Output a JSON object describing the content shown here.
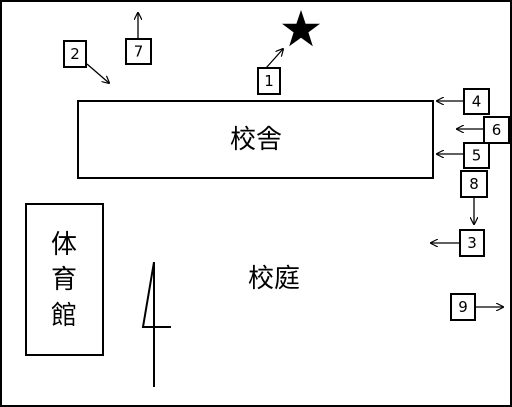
{
  "labels": {
    "school_building": "校舎",
    "schoolyard": "校庭",
    "gymnasium": [
      "体",
      "育",
      "館"
    ]
  },
  "markers": [
    "1",
    "2",
    "3",
    "4",
    "5",
    "6",
    "7",
    "8",
    "9"
  ],
  "icons": {
    "goal": "star-icon",
    "direction": "north-arrow-icon"
  },
  "colors": {
    "line": "#000000",
    "background": "#ffffff"
  }
}
